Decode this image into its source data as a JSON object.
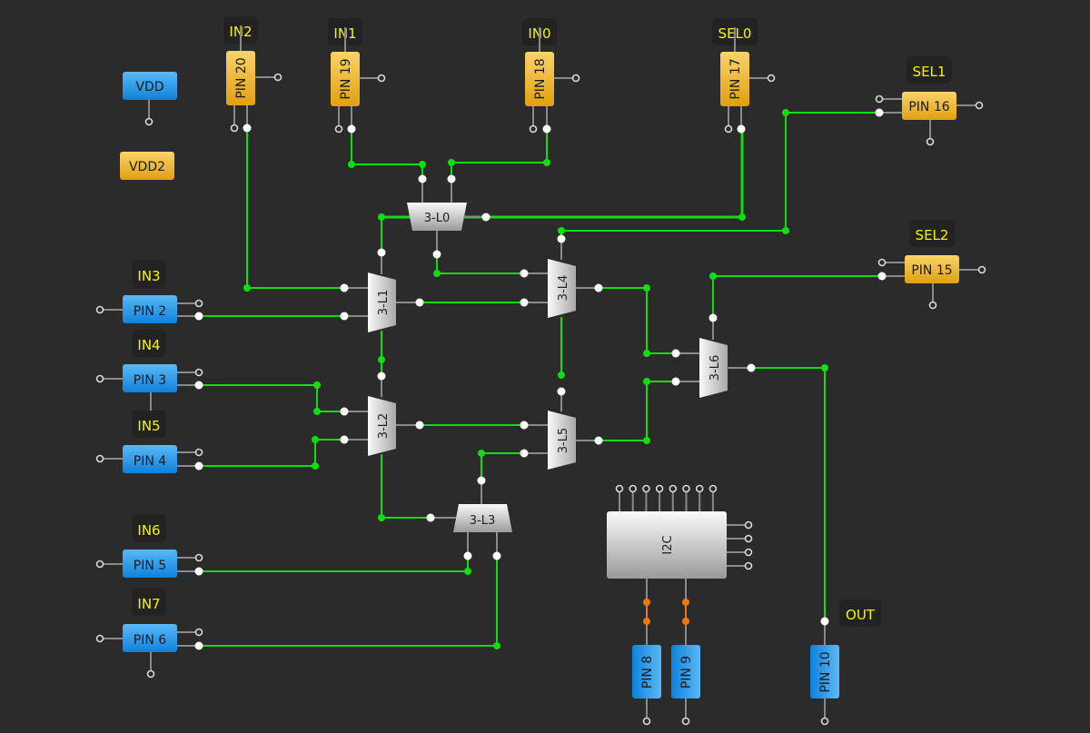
{
  "colors": {
    "background": "#2b2b2b",
    "wire": "#11dd11",
    "i2c_wire": "#ee7711",
    "label_text": "#f5f500",
    "pin_blue": "#1f92e6",
    "pin_orange": "#eab020",
    "block_gray": "#d8d8d8"
  },
  "power": [
    {
      "id": "vdd",
      "label": "VDD",
      "style": "blue"
    },
    {
      "id": "vdd2",
      "label": "VDD2",
      "style": "orange"
    }
  ],
  "net_labels": {
    "in0": "IN0",
    "in1": "IN1",
    "in2": "IN2",
    "in3": "IN3",
    "in4": "IN4",
    "in5": "IN5",
    "in6": "IN6",
    "in7": "IN7",
    "sel0": "SEL0",
    "sel1": "SEL1",
    "sel2": "SEL2",
    "out": "OUT"
  },
  "pins": {
    "pin20": "PIN 20",
    "pin19": "PIN 19",
    "pin18": "PIN 18",
    "pin17": "PIN 17",
    "pin16": "PIN 16",
    "pin15": "PIN 15",
    "pin2": "PIN 2",
    "pin3": "PIN 3",
    "pin4": "PIN 4",
    "pin5": "PIN 5",
    "pin6": "PIN 6",
    "pin8": "PIN 8",
    "pin9": "PIN 9",
    "pin10": "PIN 10"
  },
  "blocks": {
    "l0": "3-L0",
    "l1": "3-L1",
    "l2": "3-L2",
    "l3": "3-L3",
    "l4": "3-L4",
    "l5": "3-L5",
    "l6": "3-L6",
    "i2c": "I2C"
  },
  "connections": [
    {
      "from": "IN2 / PIN 20",
      "to": "3-L1 input A"
    },
    {
      "from": "IN1 / PIN 19",
      "to": "3-L0 input A"
    },
    {
      "from": "IN0 / PIN 18",
      "to": "3-L0 input B"
    },
    {
      "from": "SEL0 / PIN 17",
      "to": "3-L0 select"
    },
    {
      "from": "SEL1 / PIN 16",
      "to": "3-L4 select"
    },
    {
      "from": "SEL2 / PIN 15",
      "to": "3-L6 select"
    },
    {
      "from": "IN3 / PIN 2",
      "to": "3-L1 input B"
    },
    {
      "from": "IN4 / PIN 3",
      "to": "3-L2 input A"
    },
    {
      "from": "IN5 / PIN 4",
      "to": "3-L2 input B"
    },
    {
      "from": "IN6 / PIN 5",
      "to": "3-L3 input A"
    },
    {
      "from": "IN7 / PIN 6",
      "to": "3-L3 input B"
    },
    {
      "from": "3-L0 out",
      "to": "3-L4 input A"
    },
    {
      "from": "3-L1 out",
      "to": "3-L4 input B"
    },
    {
      "from": "3-L2 out",
      "to": "3-L5 input A"
    },
    {
      "from": "3-L3 out",
      "to": "3-L5 input B"
    },
    {
      "from": "3-L4 out",
      "to": "3-L6 input A"
    },
    {
      "from": "3-L5 out",
      "to": "3-L6 input B"
    },
    {
      "from": "3-L6 out",
      "to": "OUT / PIN 10"
    },
    {
      "from": "I2C SCL",
      "to": "PIN 8"
    },
    {
      "from": "I2C SDA",
      "to": "PIN 9"
    }
  ]
}
